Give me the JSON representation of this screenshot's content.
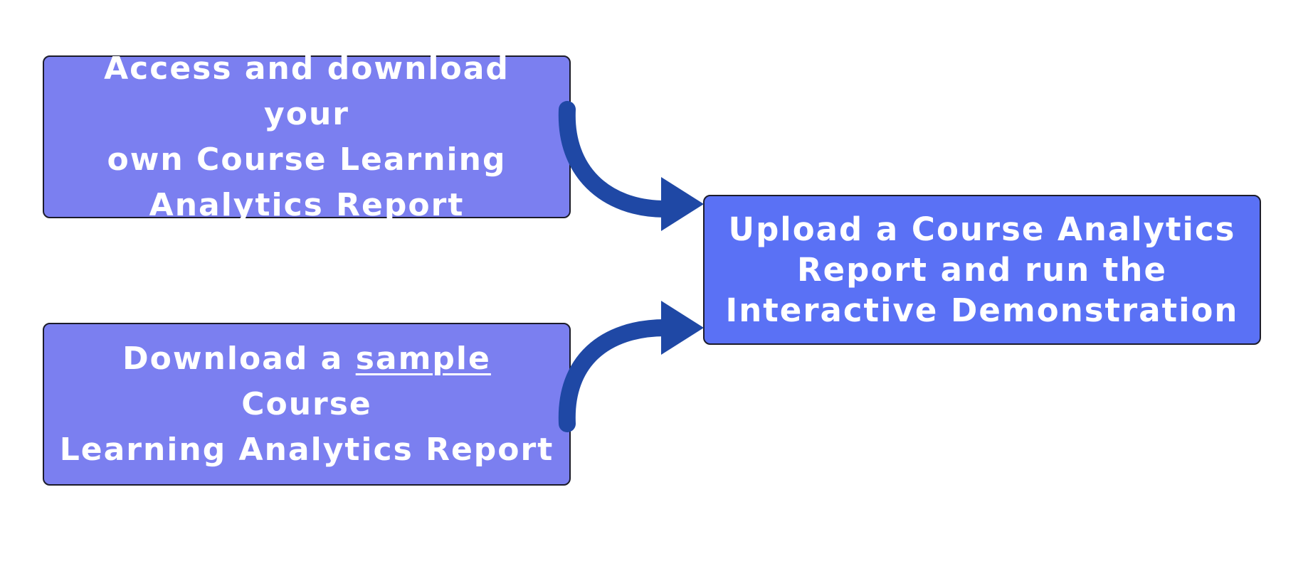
{
  "flowchart": {
    "top_box": {
      "lines": [
        "Access and download your",
        "own Course Learning",
        "Analytics Report"
      ]
    },
    "bottom_box": {
      "prefix": "Download a ",
      "link": "sample",
      "line1_suffix": " Course",
      "line2": "Learning Analytics Report"
    },
    "target_box": {
      "lines": [
        "Upload a Course Analytics",
        "Report and run the",
        "Interactive Demonstration"
      ]
    }
  },
  "colors": {
    "source_box_fill": "#7b7ff0",
    "target_box_fill": "#5a71f5",
    "arrow": "#1f48a5",
    "border": "#1c1c2a",
    "text": "#ffffff"
  },
  "icons": {
    "top_arrow": "curved-arrow-down-right-icon",
    "bottom_arrow": "curved-arrow-up-right-icon"
  }
}
